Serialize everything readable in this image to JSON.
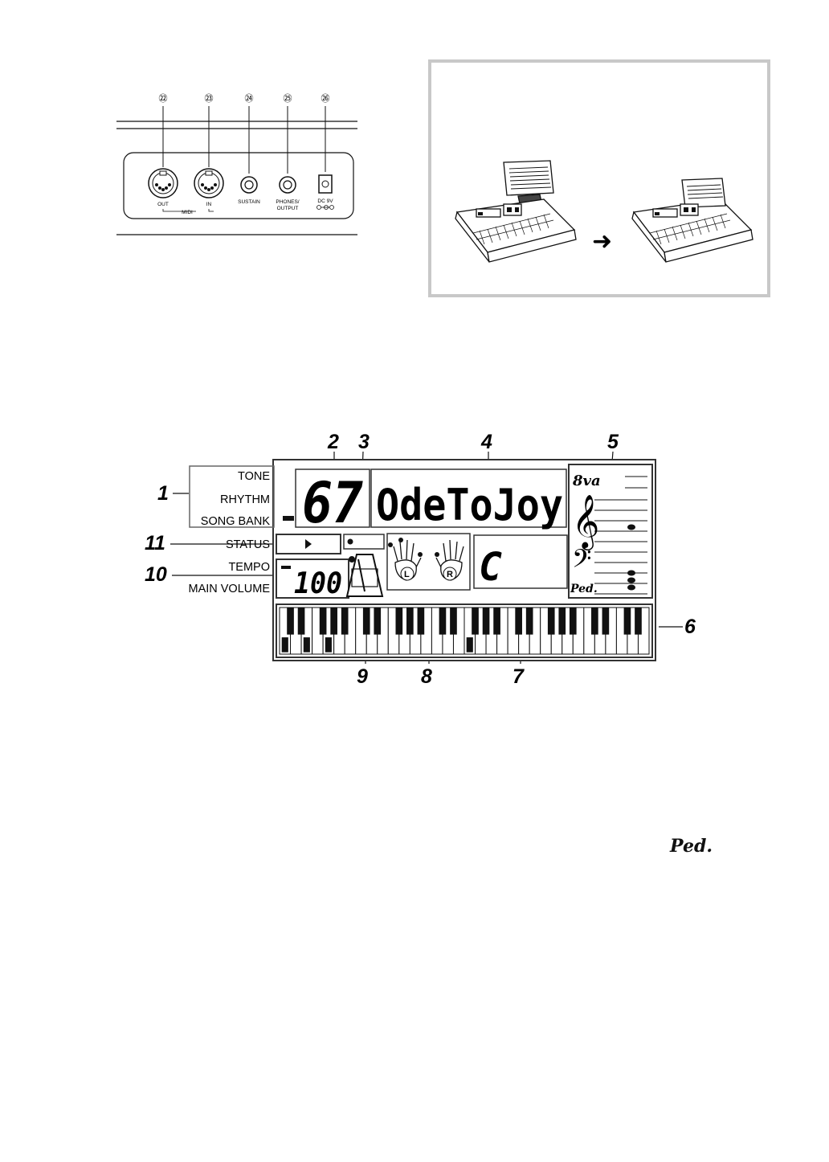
{
  "jack_panel": {
    "jacks": [
      {
        "number": "㉒",
        "label": "OUT"
      },
      {
        "number": "㉓",
        "label": "IN"
      },
      {
        "number": "㉔",
        "label": "SUSTAIN"
      },
      {
        "number": "㉕",
        "label": "PHONES/\nOUTPUT"
      },
      {
        "number": "㉖",
        "label": "DC 9V"
      }
    ],
    "midi_label": "MIDI"
  },
  "music_stand": {
    "arrow": "➜"
  },
  "lcd": {
    "side_labels": {
      "tone": "TONE",
      "rhythm": "RHYTHM",
      "song_bank": "SONG BANK",
      "status": "STATUS",
      "tempo": "TEMPO",
      "main_volume": "MAIN VOLUME"
    },
    "number_display": "67",
    "name_display": "OdeToJoy",
    "tempo_display": "100",
    "chord_display": "C",
    "octave_mark": "8va",
    "hand_left": "L",
    "hand_right": "R",
    "pedal_mark": "Ped."
  },
  "callouts": {
    "c1": "1",
    "c2": "2",
    "c3": "3",
    "c4": "4",
    "c5": "5",
    "c6": "6",
    "c7": "7",
    "c8": "8",
    "c9": "9",
    "c10": "10",
    "c11": "11"
  },
  "standalone_pedal_mark": "Ped."
}
